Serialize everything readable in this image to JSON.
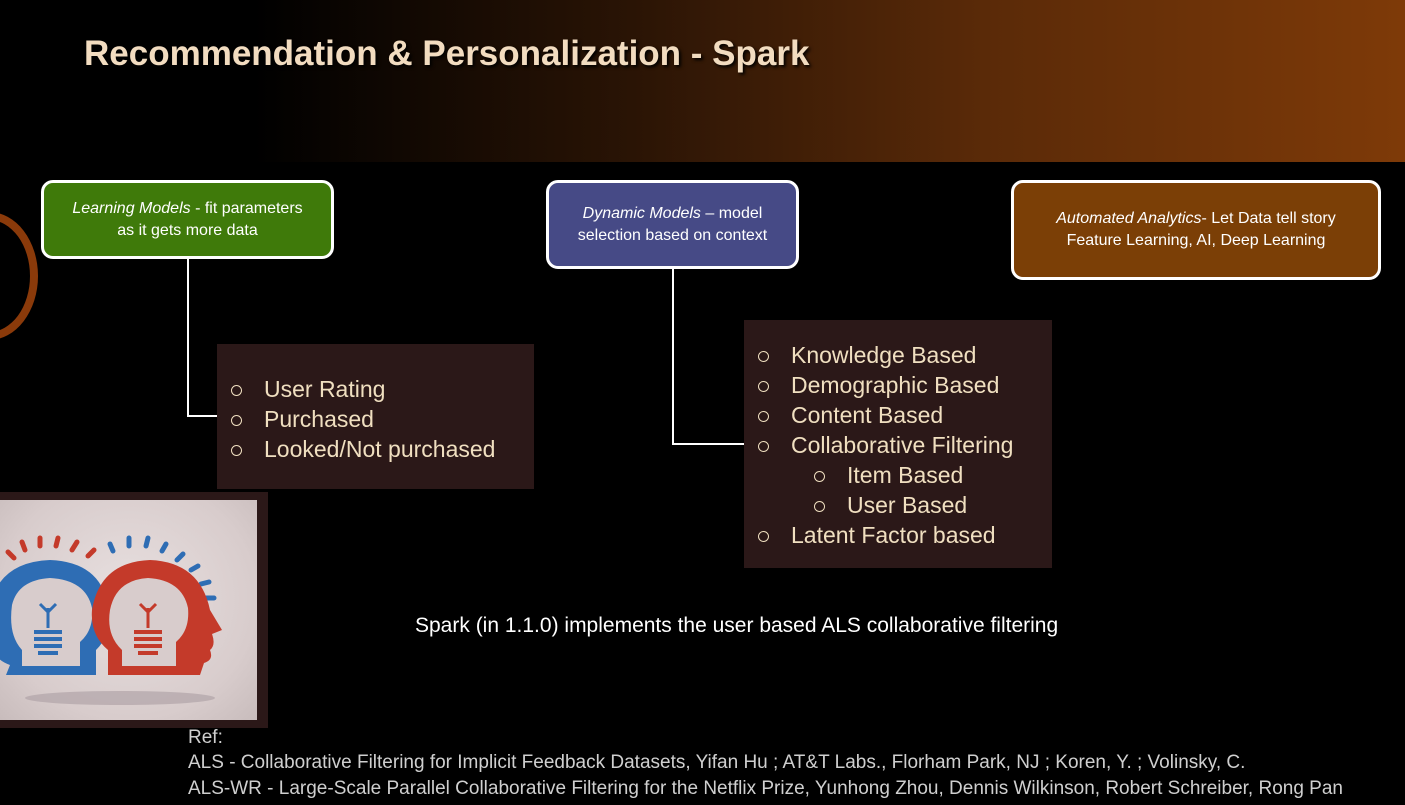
{
  "slide": {
    "title": "Recommendation & Personalization - Spark"
  },
  "boxes": {
    "learning": {
      "emphasis": "Learning Models",
      "line1_rest": " - fit parameters",
      "line2": "as it gets more data",
      "color": "#3f7a0a"
    },
    "dynamic": {
      "emphasis": "Dynamic Models",
      "line1_rest": " – model",
      "line2": "selection based on context",
      "color": "#464a86"
    },
    "automated": {
      "emphasis": "Automated Analytics",
      "line1_rest": "- Let Data tell story",
      "line2": "Feature Learning, AI, Deep Learning",
      "color": "#7b3f06"
    }
  },
  "learning_list": [
    "User Rating",
    "Purchased",
    "Looked/Not purchased"
  ],
  "model_list": {
    "knowledge": "Knowledge Based",
    "demographic": "Demographic Based",
    "content": "Content Based",
    "collaborative": "Collaborative Filtering",
    "item": "Item Based",
    "user": "User Based",
    "latent": "Latent Factor based"
  },
  "spark_note": "Spark (in 1.1.0) implements the user based ALS collaborative filtering",
  "references": {
    "label": "Ref:",
    "als": "ALS - Collaborative Filtering for Implicit Feedback Datasets, Yifan Hu ; AT&T Labs., Florham Park, NJ ; Koren, Y. ; Volinsky, C.",
    "alswr": "ALS-WR - Large-Scale Parallel Collaborative Filtering for the Netflix Prize, Yunhong Zhou, Dennis Wilkinson, Robert Schreiber, Rong Pan"
  },
  "image": {
    "icon": "two-heads-lightbulb-icon"
  }
}
